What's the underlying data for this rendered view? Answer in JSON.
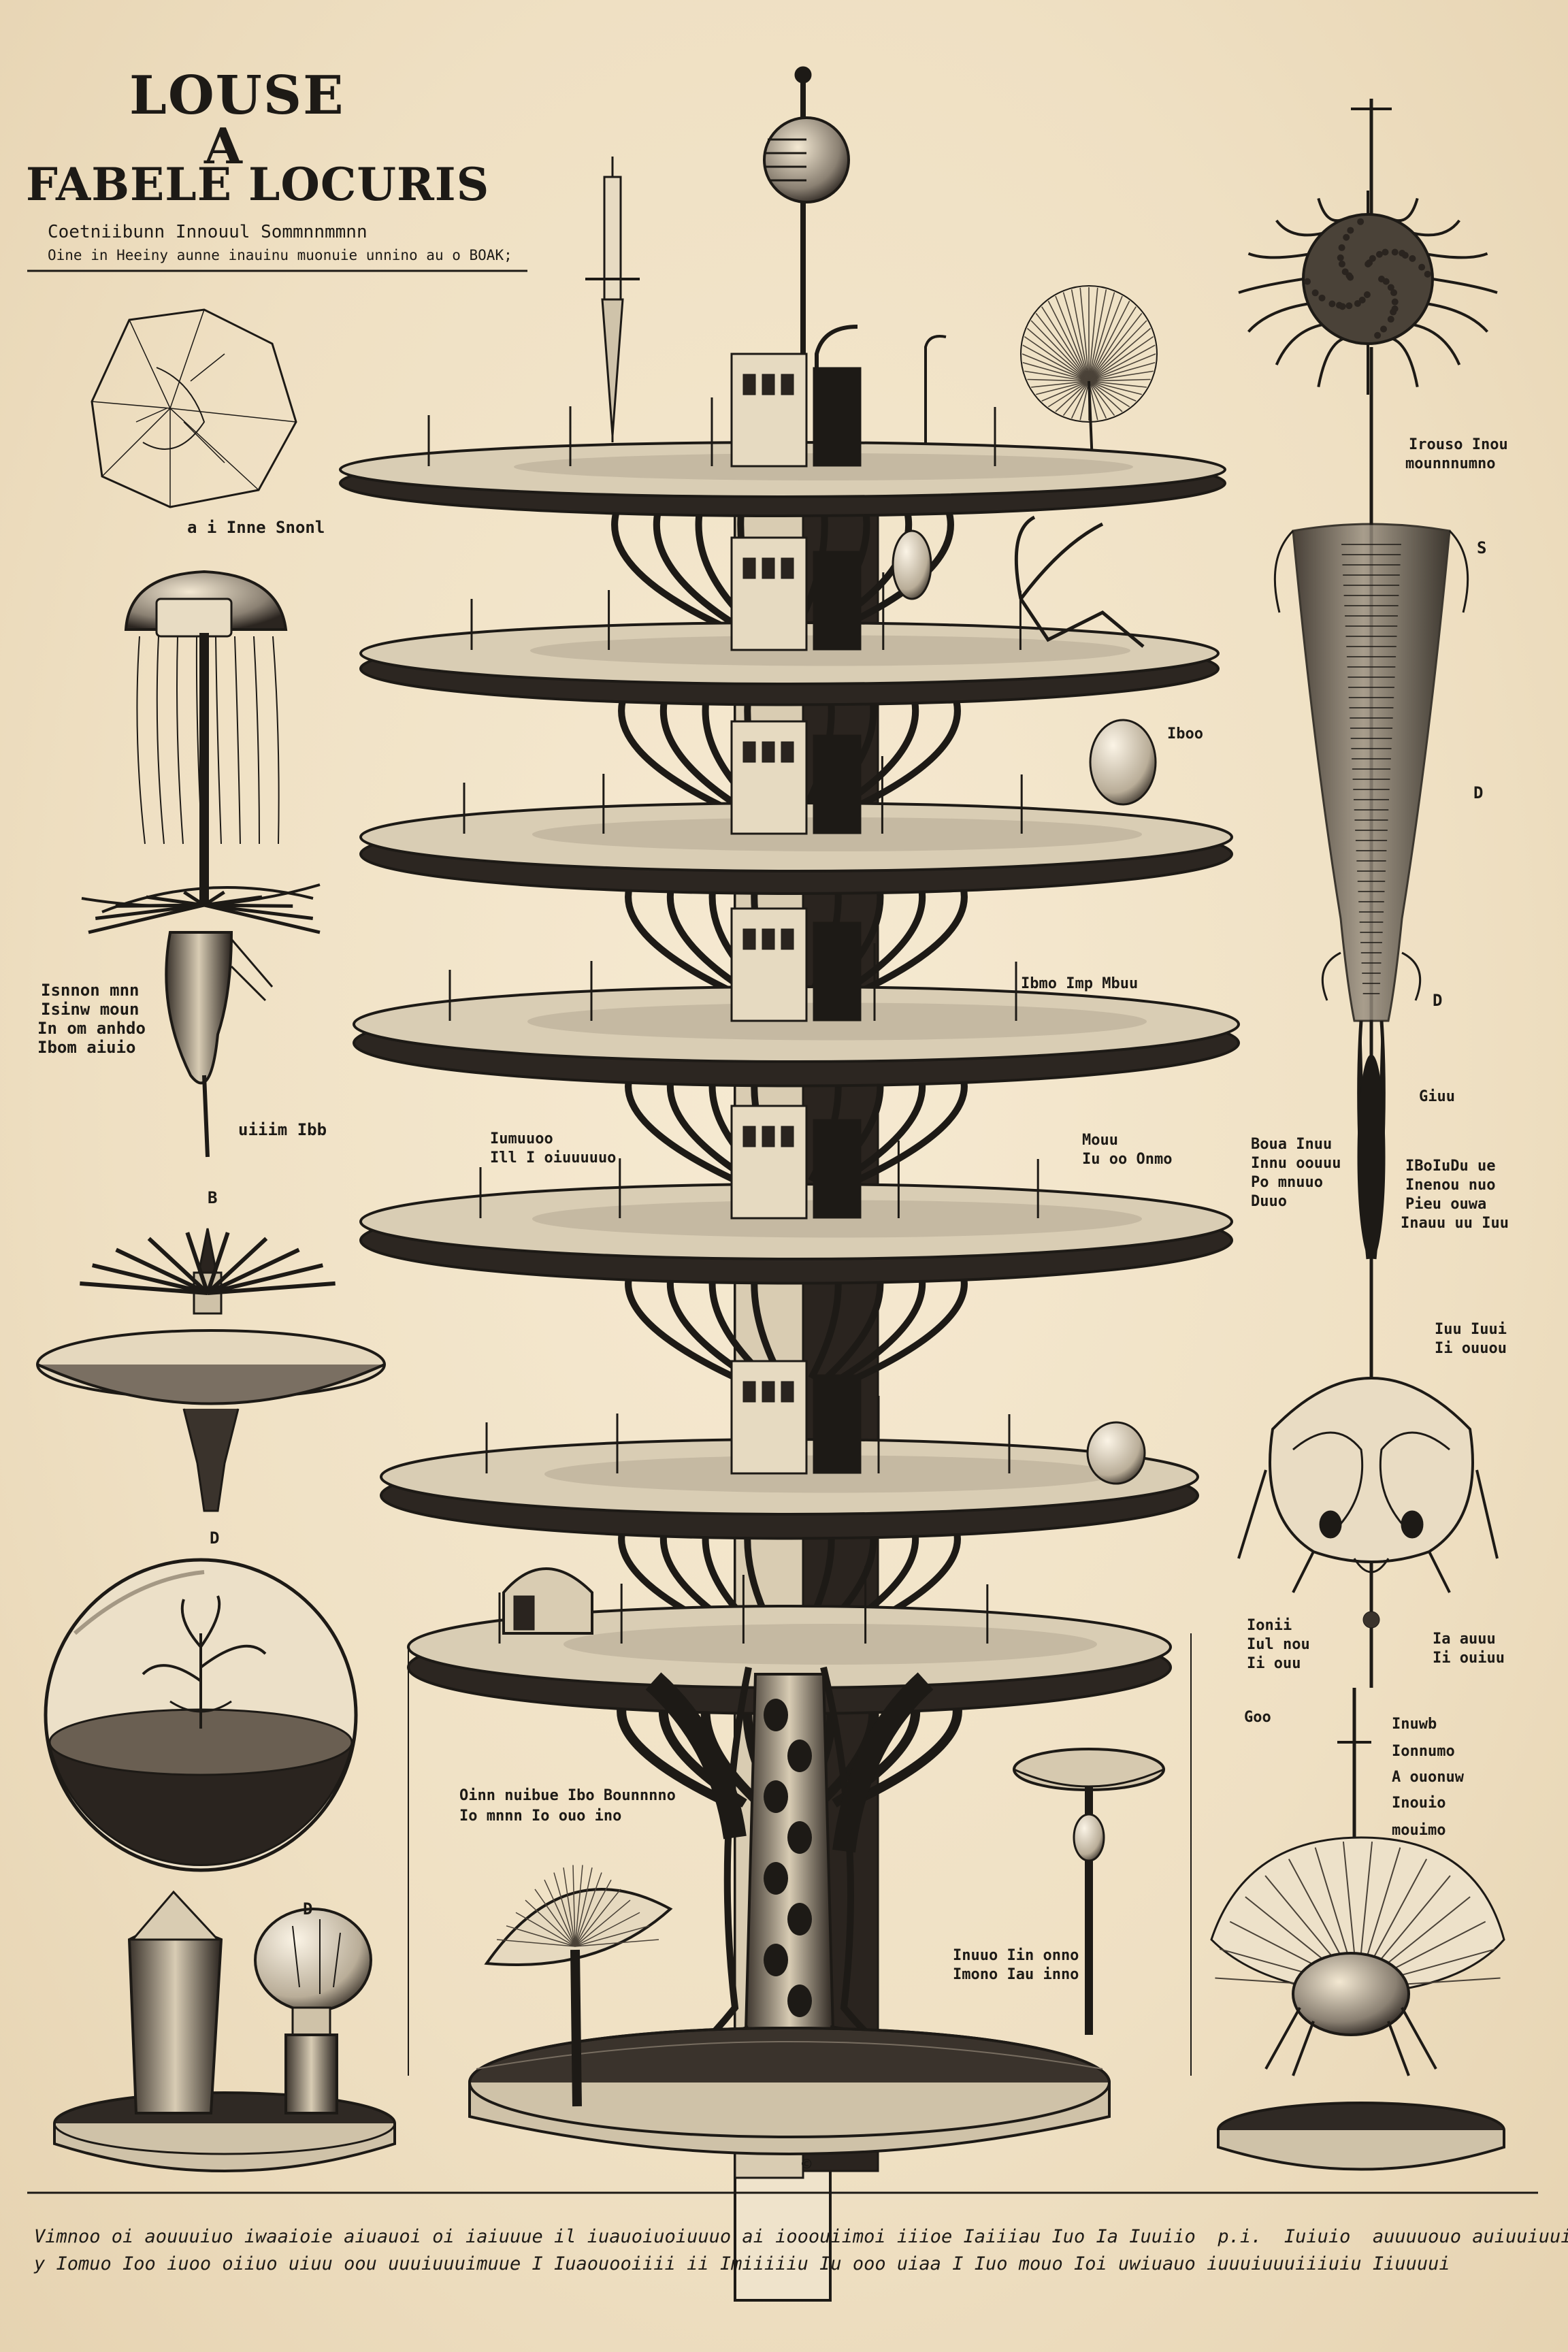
{
  "title": {
    "line1": "LOUSE",
    "line2": "A",
    "line3": "FABELE LOCURIS"
  },
  "subtitle": {
    "line1": "Coetniibunn Innouul Sommnnmmnn",
    "line2": "Oine in Heeiny aunne inauinu muonuie unnino au o BOAK;"
  },
  "labels": {
    "left_1": "a i Inne Snonl",
    "left_2a": "Isnnon mnn",
    "left_2b": "Isinw moun",
    "left_2c": "In om anhdo",
    "left_2d": "Ibom aiuio",
    "left_3": "uiiim Ibb",
    "left_4": "B",
    "left_5": "D",
    "left_6": "D",
    "center_1a": "Iumuuoo",
    "center_1b": "Ill I oiuuuuuo",
    "center_2": "Ibmo Imp Mbuu",
    "center_3a": "Mouu",
    "center_3b": "Iu oo Onmo",
    "center_4": "Iboo",
    "center_5a": "Oinn nuibue Ibo Bounnnno",
    "center_5b": "Io mnnn Io ouo ino",
    "center_6a": "Inuuo Iin onno",
    "center_6b": "Imono Iau inno",
    "center_7": "©",
    "right_1a": "Irouso Inou",
    "right_1b": "mounnnumno",
    "right_2": "S",
    "right_3": "D",
    "right_4": "D",
    "right_5": "Giuu",
    "right_6a": "Boua Inuu",
    "right_6b": "Innu oouuu",
    "right_6c": "Po mnuuo",
    "right_6d": "Duuo",
    "right_7a": "IBoIuDu ue",
    "right_7b": "Inenou nuo",
    "right_7c": "Pieu ouwa",
    "right_7d": "Inauu uu Iuu",
    "right_8a": "Iuu Iuui",
    "right_8b": "Ii ouuou",
    "right_9a": "Ionii",
    "right_9b": "Iul nou",
    "right_9c": "Ii ouu",
    "right_10a": "Ia auuu",
    "right_10b": "Ii ouiuu",
    "right_11": "Goo",
    "right_12a": "Inuwb",
    "right_12b": "Ionnumo",
    "right_12c": "A ouonuw",
    "right_12d": "Inouio",
    "right_12e": "mouimo"
  },
  "footer": {
    "line1": "Vimnoo oi aouuuiuo iwaaioie aiuauoi oi iaiuuue il iuauoiuoiuuuo ai iooouiimoi iiioe Iaiiiau Iuo Ia Iuuiio  p.i.  Iuiuio  auuuuouo auiuuiuuiu Iuouuo",
    "line2": "y Iomuo Ioo iuoo oiiuo uiuu oou uuuiuuuimuue I Iuaouooiiii ii Imiiiiiu Iu ooo uiaa I Iuo mouo Ioi uwiuauo iuuuiuuuiiiuiu Iiuuuui"
  },
  "colors": {
    "paper": "#f1e3c8",
    "ink": "#1d1a16",
    "mid": "#6e6458",
    "shade": "#3a342d"
  }
}
